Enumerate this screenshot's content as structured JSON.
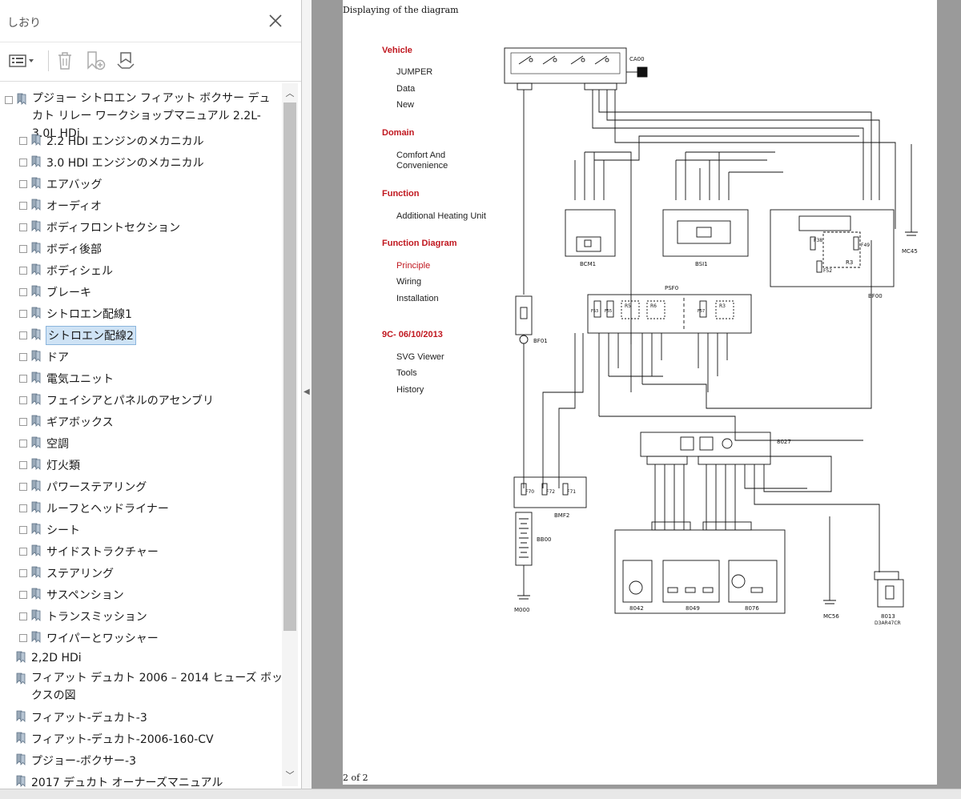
{
  "bookmarks_panel": {
    "title": "しおり",
    "tree": [
      {
        "label": "プジョー シトロエン フィアット ボクサー デュカト リレー ワークショップマニュアル 2.2L-3.0L  HDi",
        "level": 0
      },
      {
        "label": "2.2 HDI エンジンのメカニカル",
        "level": 1
      },
      {
        "label": "3.0 HDI エンジンのメカニカル",
        "level": 1
      },
      {
        "label": "エアバッグ",
        "level": 1
      },
      {
        "label": "オーディオ",
        "level": 1
      },
      {
        "label": "ボディフロントセクション",
        "level": 1
      },
      {
        "label": "ボディ後部",
        "level": 1
      },
      {
        "label": "ボディシェル",
        "level": 1
      },
      {
        "label": "ブレーキ",
        "level": 1
      },
      {
        "label": "シトロエン配線1",
        "level": 1
      },
      {
        "label": "シトロエン配線2",
        "level": 1,
        "selected": true
      },
      {
        "label": "ドア",
        "level": 1
      },
      {
        "label": "電気ユニット",
        "level": 1
      },
      {
        "label": "フェイシアとパネルのアセンブリ",
        "level": 1
      },
      {
        "label": "ギアボックス",
        "level": 1
      },
      {
        "label": "空調",
        "level": 1
      },
      {
        "label": "灯火類",
        "level": 1
      },
      {
        "label": "パワーステアリング",
        "level": 1
      },
      {
        "label": "ルーフとヘッドライナー",
        "level": 1
      },
      {
        "label": "シート",
        "level": 1
      },
      {
        "label": "サイドストラクチャー",
        "level": 1
      },
      {
        "label": "ステアリング",
        "level": 1
      },
      {
        "label": "サスペンション",
        "level": 1
      },
      {
        "label": "トランスミッション",
        "level": 1
      },
      {
        "label": "ワイパーとワッシャー",
        "level": 1
      },
      {
        "label": "2,2D HDi",
        "level": 0
      },
      {
        "label": "フィアット デュカト 2006 – 2014 ヒューズ ボックスの図",
        "level": 0
      },
      {
        "label": "フィアット-デュカト-3",
        "level": 0
      },
      {
        "label": "フィアット-デュカト-2006-160-CV",
        "level": 0
      },
      {
        "label": "プジョー-ボクサー-3",
        "level": 0
      },
      {
        "label": "2017 デュカト オーナーズマニュアル",
        "level": 0
      }
    ]
  },
  "document": {
    "heading": "Displaying of the diagram",
    "page_indicator": "2 of 2",
    "nav": {
      "vehicle": {
        "title": "Vehicle",
        "items": [
          "JUMPER",
          "Data",
          "New"
        ]
      },
      "domain": {
        "title": "Domain",
        "items": [
          "Comfort And",
          "Convenience"
        ]
      },
      "function": {
        "title": "Function",
        "items": [
          "Additional Heating Unit"
        ]
      },
      "function_diagram": {
        "title": "Function Diagram",
        "items": [
          "Principle",
          "Wiring",
          "Installation"
        ]
      },
      "date": {
        "title": "9C- 06/10/2013",
        "items": [
          "SVG Viewer",
          "Tools",
          "History"
        ]
      }
    },
    "diagram": {
      "labels": {
        "ca00": "CA00",
        "bcm1": "BCM1",
        "bsi1": "BSI1",
        "bf00": "BF00",
        "psf0": "PSF0",
        "bf01": "BF01",
        "bmf2": "BMF2",
        "bb00": "BB00",
        "m000": "M000",
        "c8027": "8027",
        "c8042": "8042",
        "c8049": "8049",
        "c8076": "8076",
        "mc45": "MC45",
        "mc56": "MC56",
        "c8013": "8013",
        "r3": "R3",
        "r5": "R5",
        "r6": "R6",
        "r3b": "R3",
        "f70": "F70",
        "f72": "F72",
        "f71": "F71",
        "f38": "F38",
        "f52": "F52",
        "f49": "F49",
        "f53": "F53",
        "f55": "F55",
        "f57": "F57",
        "ref": "D3AR47CR"
      }
    }
  },
  "colors": {
    "accent_red": "#c0171f",
    "selection": "#cfe3f5",
    "viewer_bg": "#9a9a9a"
  }
}
